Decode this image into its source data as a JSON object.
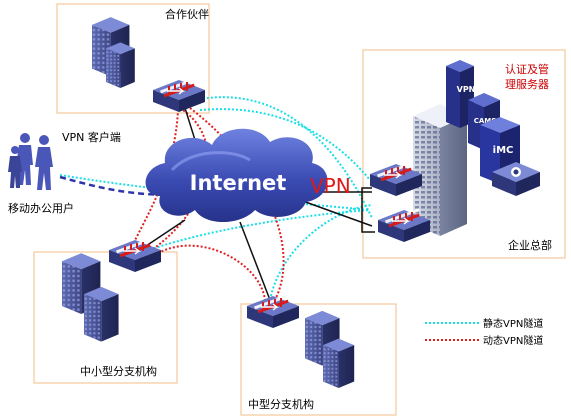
{
  "sites": {
    "partner": {
      "label": "合作伙伴"
    },
    "hq": {
      "label": "企业总部",
      "server_label_1": "认证及管",
      "server_label_2": "理服务器"
    },
    "small_branch": {
      "label": "中小型分支机构"
    },
    "medium_branch": {
      "label": "中型分支机构"
    }
  },
  "network": {
    "internet_label": "Internet",
    "vpn_label": "VPN",
    "client_label": "VPN 客户端",
    "mobile_label": "移动办公用户"
  },
  "servers": [
    {
      "label": "VPN"
    },
    {
      "label": "CAMS"
    },
    {
      "label": "iMC"
    }
  ],
  "legend": {
    "static": "静态VPN隧道",
    "dynamic": "动态VPN隧道"
  },
  "colors": {
    "static_tunnel": "#19e0e6",
    "dynamic_tunnel": "#e02020",
    "client_tunnel": "#2b35a8",
    "box_border": "#f2c89a",
    "cloud_fill": "#3f4fb8",
    "vpn_text": "#e01818",
    "server_label_text": "#cc0000"
  }
}
